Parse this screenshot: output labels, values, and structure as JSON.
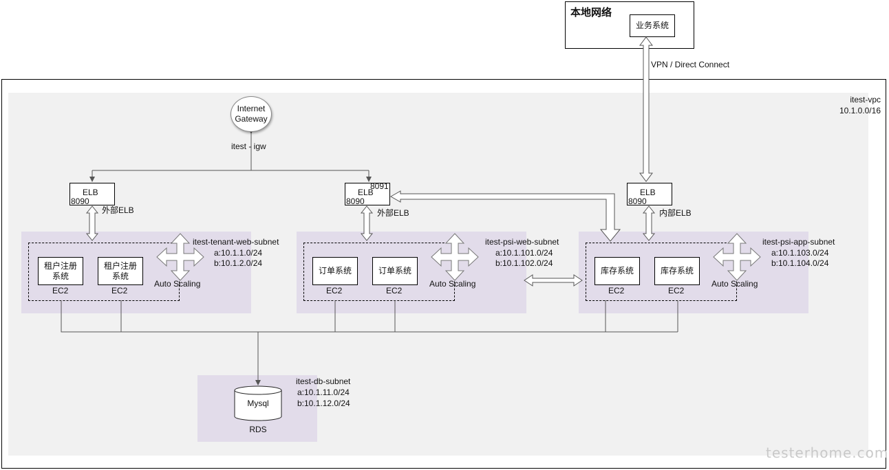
{
  "local_network": {
    "title": "本地网络",
    "business_system": "业务系统"
  },
  "vpn_label": "VPN / Direct Connect",
  "vpc": {
    "name": "itest-vpc",
    "cidr": "10.1.0.0/16"
  },
  "igw": {
    "label": "Internet Gateway",
    "name": "itest - igw"
  },
  "subnets": [
    {
      "name": "itest-tenant-web-subnet",
      "cidr_a": "a:10.1.1.0/24",
      "cidr_b": "b:10.1.2.0/24",
      "elb": {
        "label": "ELB",
        "port": "8090",
        "note": "外部ELB"
      },
      "nodes": [
        "租户注册\n系统",
        "租户注册\n系统"
      ],
      "node_type": "EC2",
      "scaling": "Auto Scaling"
    },
    {
      "name": "itest-psi-web-subnet",
      "cidr_a": "a:10.1.101.0/24",
      "cidr_b": "b:10.1.102.0/24",
      "elb": {
        "label": "ELB",
        "port": "8090",
        "port2": "8091",
        "note": "外部ELB"
      },
      "nodes": [
        "订单系统",
        "订单系统"
      ],
      "node_type": "EC2",
      "scaling": "Auto Scaling"
    },
    {
      "name": "itest-psi-app-subnet",
      "cidr_a": "a:10.1.103.0/24",
      "cidr_b": "b:10.1.104.0/24",
      "elb": {
        "label": "ELB",
        "port": "8090",
        "note": "内部ELB"
      },
      "nodes": [
        "库存系统",
        "库存系统"
      ],
      "node_type": "EC2",
      "scaling": "Auto Scaling"
    }
  ],
  "db_subnet": {
    "name": "itest-db-subnet",
    "cidr_a": "a:10.1.11.0/24",
    "cidr_b": "b:10.1.12.0/24",
    "db": "Mysql",
    "db_service": "RDS"
  },
  "watermark": "testerhome.com"
}
